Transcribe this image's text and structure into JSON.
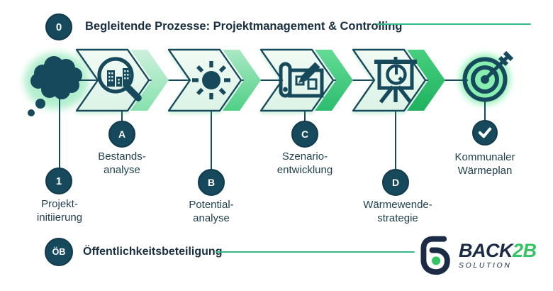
{
  "colors": {
    "dark": "#17495c",
    "navy": "#1b2b45",
    "accent": "#3cc878",
    "line": "#36b984",
    "mint": "#e9f8ef",
    "glow": "#8ff0b5"
  },
  "top_band": {
    "badge": "0",
    "title": "Begleitende Prozesse: Projektmanagement & Controlling"
  },
  "bottom_band": {
    "badge": "ÖB",
    "title": "Öffentlichkeitsbeteiligung"
  },
  "flow": {
    "start_icon": "thought-cloud-icon",
    "result_badge_icon": "check-icon",
    "steps": [
      {
        "badge": "1",
        "line1": "Projekt-",
        "line2": "initiierung",
        "icon": "thought-cloud-icon"
      },
      {
        "badge": "A",
        "line1": "Bestands-",
        "line2": "analyse",
        "icon": "buildings-magnifier-icon"
      },
      {
        "badge": "B",
        "line1": "Potential-",
        "line2": "analyse",
        "icon": "sun-icon"
      },
      {
        "badge": "C",
        "line1": "Szenario-",
        "line2": "entwicklung",
        "icon": "blueprint-pencil-icon"
      },
      {
        "badge": "D",
        "line1": "Wärmewende-",
        "line2": "strategie",
        "icon": "presentation-chart-icon"
      },
      {
        "badge": "",
        "line1": "Kommunaler",
        "line2": "Wärmeplan",
        "icon": "target-dart-icon"
      }
    ]
  },
  "logo": {
    "name_primary": "BACK",
    "name_accent": "2B",
    "tagline": "SOLUTION"
  }
}
